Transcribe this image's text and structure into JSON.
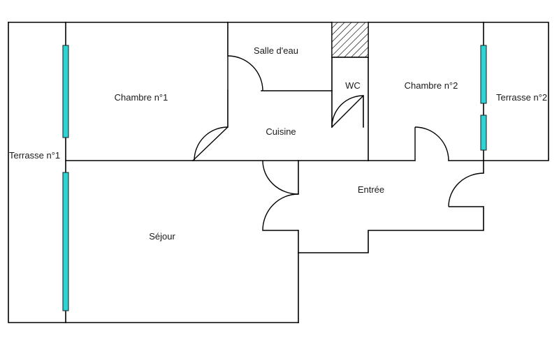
{
  "rooms": {
    "terrasse_1": "Terrasse n°1",
    "chambre_1": "Chambre n°1",
    "salle_d_eau": "Salle d'eau",
    "wc": "WC",
    "chambre_2": "Chambre n°2",
    "terrasse_2": "Terrasse n°2",
    "cuisine": "Cuisine",
    "entree": "Entrée",
    "sejour": "Séjour"
  },
  "colors": {
    "walls": "#000000",
    "windows": "#2ed3d6",
    "background": "#ffffff"
  }
}
